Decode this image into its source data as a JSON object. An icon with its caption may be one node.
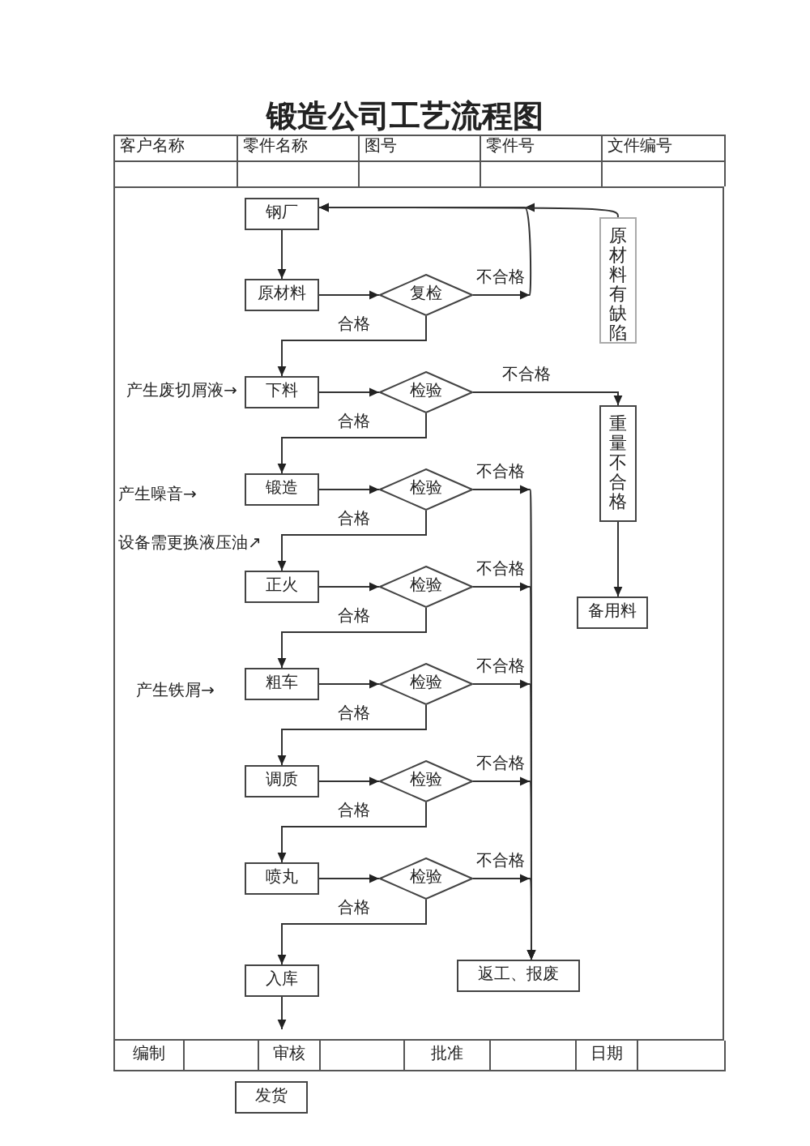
{
  "diagram": {
    "title": "锻造公司工艺流程图",
    "nodes": [
      {
        "text": [
          "钢厂"
        ]
      },
      {
        "text": [
          "原材料"
        ]
      },
      {
        "text": [
          "复检"
        ]
      },
      {
        "text": [
          "原材料有缺陷"
        ]
      },
      {
        "text": [
          "下料"
        ],
        "beside": [
          "产生废切屑液→"
        ]
      },
      {
        "text": [
          "检验"
        ]
      },
      {
        "text": [
          "重量不合格"
        ]
      },
      {
        "text": [
          "锻造"
        ],
        "beside": [
          "产生噪音→",
          "设备需更换液压油↗"
        ]
      },
      {
        "text": [
          "检验"
        ]
      },
      {
        "text": [
          "正火"
        ]
      },
      {
        "text": [
          "检验"
        ]
      },
      {
        "text": [
          "备用料"
        ]
      },
      {
        "text": [
          "粗车"
        ],
        "beside": [
          "产生铁屑→"
        ]
      },
      {
        "text": [
          "检验"
        ]
      },
      {
        "text": [
          "调质"
        ]
      },
      {
        "text": [
          "检验"
        ]
      },
      {
        "text": [
          "喷丸"
        ]
      },
      {
        "text": [
          "检验"
        ]
      },
      {
        "text": [
          "入库"
        ]
      },
      {
        "text": [
          "返工、报废"
        ]
      },
      {
        "text": [
          "发货"
        ]
      }
    ],
    "edges": [
      {
        "from": 0,
        "to": 1,
        "arrow": "to"
      },
      {
        "from": 1,
        "to": 2,
        "arrow": "to"
      },
      {
        "from": 2,
        "to": 0,
        "arrow": "to",
        "label": "不合格"
      },
      {
        "from": 3,
        "to": 0,
        "arrow": "to"
      },
      {
        "from": 2,
        "to": 4,
        "arrow": "to",
        "label": "合格"
      },
      {
        "from": 4,
        "to": 5,
        "arrow": "to"
      },
      {
        "from": 5,
        "to": 6,
        "arrow": "to",
        "label": "不合格"
      },
      {
        "from": 6,
        "to": 11,
        "arrow": "to"
      },
      {
        "from": 5,
        "to": 7,
        "arrow": "to",
        "label": "合格"
      },
      {
        "from": 7,
        "to": 8,
        "arrow": "to"
      },
      {
        "from": 8,
        "to": 19,
        "arrow": "to",
        "label": "不合格"
      },
      {
        "from": 8,
        "to": 9,
        "arrow": "to",
        "label": "合格"
      },
      {
        "from": 9,
        "to": 10,
        "arrow": "to"
      },
      {
        "from": 10,
        "to": 19,
        "arrow": "to",
        "label": "不合格"
      },
      {
        "from": 10,
        "to": 12,
        "arrow": "to",
        "label": "合格"
      },
      {
        "from": 12,
        "to": 13,
        "arrow": "to"
      },
      {
        "from": 13,
        "to": 19,
        "arrow": "to",
        "label": "不合格"
      },
      {
        "from": 13,
        "to": 14,
        "arrow": "to",
        "label": "合格"
      },
      {
        "from": 14,
        "to": 15,
        "arrow": "to"
      },
      {
        "from": 15,
        "to": 19,
        "arrow": "to",
        "label": "不合格"
      },
      {
        "from": 15,
        "to": 16,
        "arrow": "to",
        "label": "合格"
      },
      {
        "from": 16,
        "to": 17,
        "arrow": "to"
      },
      {
        "from": 17,
        "to": 19,
        "arrow": "to",
        "label": "不合格"
      },
      {
        "from": 17,
        "to": 18,
        "arrow": "to",
        "label": "合格"
      },
      {
        "from": 18,
        "to": 20,
        "arrow": "to"
      }
    ],
    "labels": [
      "客户名称",
      "零件名称",
      "图号",
      "零件号",
      "文件编号",
      "编制",
      "审核",
      "批准",
      "日期"
    ]
  }
}
